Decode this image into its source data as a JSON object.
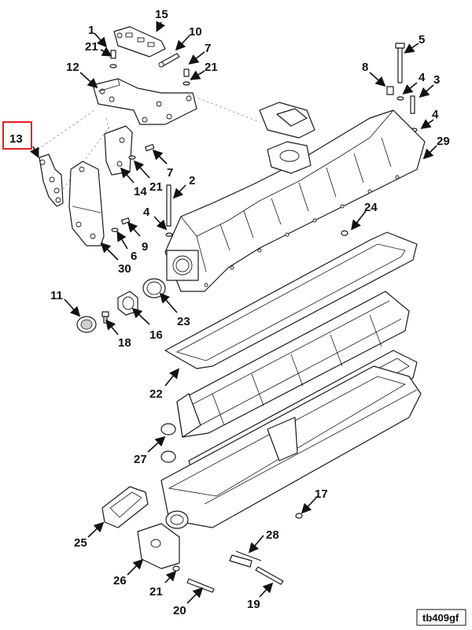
{
  "figure_ref": "tb409gf",
  "highlighted_callout": "13",
  "colors": {
    "highlight_box": "#e02020",
    "line": "#1a1a1a"
  },
  "callouts": [
    {
      "id": "c15",
      "text": "15"
    },
    {
      "id": "c1",
      "text": "1"
    },
    {
      "id": "c10",
      "text": "10"
    },
    {
      "id": "c5",
      "text": "5"
    },
    {
      "id": "c21a",
      "text": "21"
    },
    {
      "id": "c7a",
      "text": "7"
    },
    {
      "id": "c21b",
      "text": "21"
    },
    {
      "id": "c12",
      "text": "12"
    },
    {
      "id": "c8",
      "text": "8"
    },
    {
      "id": "c4a",
      "text": "4"
    },
    {
      "id": "c3",
      "text": "3"
    },
    {
      "id": "c4b",
      "text": "4"
    },
    {
      "id": "c13",
      "text": "13"
    },
    {
      "id": "c29",
      "text": "29"
    },
    {
      "id": "c7b",
      "text": "7"
    },
    {
      "id": "c14",
      "text": "14"
    },
    {
      "id": "c21c",
      "text": "21"
    },
    {
      "id": "c2",
      "text": "2"
    },
    {
      "id": "c24",
      "text": "24"
    },
    {
      "id": "c4c",
      "text": "4"
    },
    {
      "id": "c9",
      "text": "9"
    },
    {
      "id": "c6",
      "text": "6"
    },
    {
      "id": "c30",
      "text": "30"
    },
    {
      "id": "c11",
      "text": "11"
    },
    {
      "id": "c18",
      "text": "18"
    },
    {
      "id": "c16",
      "text": "16"
    },
    {
      "id": "c23",
      "text": "23"
    },
    {
      "id": "c22",
      "text": "22"
    },
    {
      "id": "c27",
      "text": "27"
    },
    {
      "id": "c17",
      "text": "17"
    },
    {
      "id": "c28",
      "text": "28"
    },
    {
      "id": "c25",
      "text": "25"
    },
    {
      "id": "c26",
      "text": "26"
    },
    {
      "id": "c21d",
      "text": "21"
    },
    {
      "id": "c20",
      "text": "20"
    },
    {
      "id": "c19",
      "text": "19"
    }
  ]
}
